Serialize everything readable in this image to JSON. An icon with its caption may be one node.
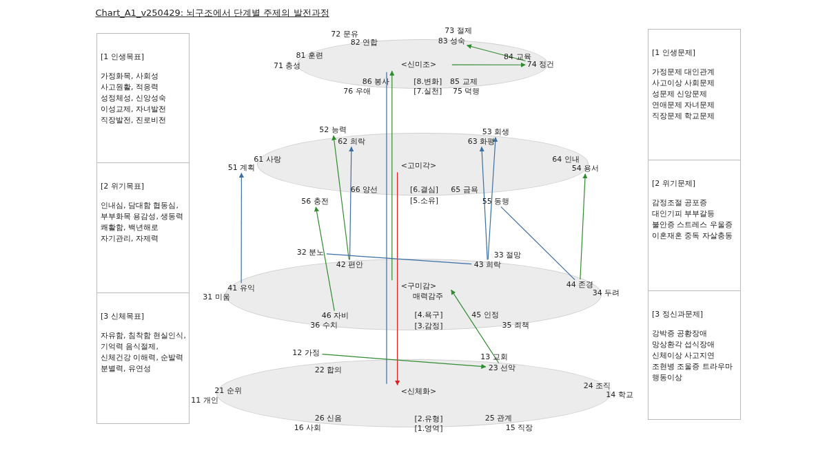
{
  "diagram": {
    "title": "Chart_A1_v250429: 뇌구조에서 단계별 주제의 발전과정",
    "nodes": [
      {
        "text": [
          "[1 인생목표]",
          "가정화목, 사회성 사고원활, 적응력 성정체성, 신앙성숙 이성교제, 자녀발전 직장발전, 진로비전"
        ]
      },
      {
        "text": [
          "[2 위기목표]",
          "인내심, 담대함 협동심, 부부화목 용감성, 생동력 쾌활함, 백년해로 자기관리, 자제력"
        ]
      },
      {
        "text": [
          "[3 신체목표]",
          "자유함, 침착함 현실인식, 기억력 음식절제, 신체건강 이해력, 순발력 분별력, 유연성"
        ]
      },
      {
        "text": [
          "[1 인생문제]",
          "가정문제 대인관계 사고이상 사회문제 성문제 신앙문제 연애문제 자녀문제 직장문제 학교문제"
        ]
      },
      {
        "text": [
          "[2 위기문제]",
          "감정조절 공포증 대인기피 부부갈등 불안증 스트레스 우울증 이혼재혼 중독 자살충동"
        ]
      },
      {
        "text": [
          "[3 정신과문제]",
          "강박증 공황장애 망상환각 섭식장애 신체이상 사고지연 조현병 조울증 트라우마 행동이상"
        ]
      },
      {
        "text": [],
        "shape": "ellipse"
      },
      {
        "text": [
          "<신미조>"
        ],
        "in": 6
      },
      {
        "text": [
          "83 성숙"
        ],
        "in": 6
      },
      {
        "text": [
          "74 정건"
        ]
      },
      {
        "text": [],
        "shape": "ellipse"
      },
      {
        "text": [
          "<고미각>"
        ],
        "in": 10
      },
      {
        "text": [
          "51 계획"
        ]
      },
      {
        "text": [
          "52 능력"
        ]
      },
      {
        "text": [
          "56 충전"
        ]
      },
      {
        "text": [
          "54 용서"
        ]
      },
      {
        "text": [
          "55 동행"
        ]
      },
      {
        "text": [
          "53 회생"
        ]
      },
      {
        "text": [
          "63 화평"
        ],
        "in": 10
      },
      {
        "text": [
          "62 희락"
        ],
        "in": 10
      },
      {
        "text": [],
        "shape": "ellipse"
      },
      {
        "text": [
          "<구미감>"
        ],
        "in": 20
      },
      {
        "text": [
          "32 분노"
        ]
      },
      {
        "text": [
          "42 편안"
        ],
        "in": 20
      },
      {
        "text": [
          "43 희락"
        ],
        "in": 20
      },
      {
        "text": [
          "41 유익"
        ],
        "in": 20
      },
      {
        "text": [
          "44 존경"
        ],
        "in": 20
      },
      {
        "text": [
          "46 자비"
        ],
        "in": 20
      },
      {
        "text": [],
        "shape": "ellipse"
      },
      {
        "text": [
          "<신체화>"
        ],
        "in": 28
      },
      {
        "text": [
          "12 가정"
        ]
      },
      {
        "text": [
          "23 선악"
        ],
        "in": 28
      }
    ],
    "edges": [
      {
        "from": 7,
        "to": 9,
        "arrow": "to"
      },
      {
        "from": 9,
        "to": 8,
        "arrow": "to"
      },
      {
        "from": 21,
        "to": 7,
        "arrow": "to"
      },
      {
        "from": 29,
        "to": 7,
        "arrow": "none",
        "color": "#3a6ea5"
      },
      {
        "from": 11,
        "to": 29,
        "arrow": "to",
        "color": "#e02020"
      },
      {
        "from": 22,
        "to": 24,
        "arrow": "none",
        "color": "#3a6ea5"
      },
      {
        "from": 25,
        "to": 12,
        "arrow": "to",
        "color": "#3a6ea5"
      },
      {
        "from": 26,
        "to": 15,
        "arrow": "to"
      },
      {
        "from": 26,
        "to": 16,
        "arrow": "none",
        "color": "#3a6ea5"
      },
      {
        "from": 23,
        "to": 13,
        "arrow": "to"
      },
      {
        "from": 27,
        "to": 14,
        "arrow": "to"
      },
      {
        "from": 23,
        "to": 19,
        "arrow": "to",
        "color": "#3a6ea5"
      },
      {
        "from": 24,
        "to": 18,
        "arrow": "to",
        "color": "#3a6ea5"
      },
      {
        "from": 24,
        "to": 17,
        "arrow": "to",
        "color": "#3a6ea5"
      },
      {
        "from": 31,
        "to": 21,
        "arrow": "to"
      },
      {
        "from": 30,
        "to": 31,
        "arrow": "to"
      }
    ],
    "labels": [
      "72 문유",
      "82 연합",
      "73 절제",
      "81 훈련",
      "71 충성",
      "84 교육",
      "86 봉사",
      "[8.변화]",
      "85 교제",
      "76 우애",
      "[7.실천]",
      "75 덕행",
      "61 사랑",
      "64 인내",
      "66 양선",
      "[6.결심]",
      "65 금욕",
      "[5.소유]",
      "33 절망",
      "31 미움",
      "매력감주",
      "34 두려",
      "[4.욕구]",
      "45 인정",
      "36 수치",
      "[3.감정]",
      "35 죄책",
      "13 교회",
      "22 합의",
      "21 순위",
      "11 개인",
      "24 조직",
      "14 학교",
      "26 신음",
      "[2.유형]",
      "25 관계",
      "16 사회",
      "[1.영역]",
      "15 직장"
    ]
  }
}
